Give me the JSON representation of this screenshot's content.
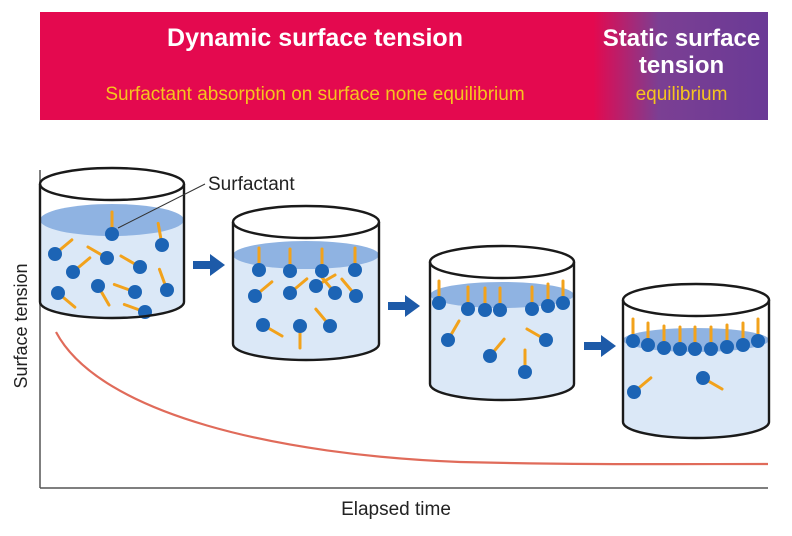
{
  "banner": {
    "dynamic_title": "Dynamic surface tension",
    "dynamic_subtitle_a": "Surfactant absorption on surface",
    "dynamic_subtitle_b": "none equilibrium",
    "static_title_line1": "Static surface",
    "static_title_line2": "tension",
    "static_subtitle": "equilibrium"
  },
  "diagram": {
    "surfactant_label": "Surfactant",
    "y_axis_label": "Surface tension",
    "x_axis_label": "Elapsed time"
  },
  "colors": {
    "banner_dynamic": "#e4094f",
    "banner_static": "#6a3a96",
    "subtitle_text": "#f6c51e",
    "water": "#dbe8f7",
    "surface": "#8fb3e2",
    "molecule_head": "#1c64b5",
    "molecule_tail": "#f2a21b",
    "arrow": "#1d5aa8",
    "curve": "#e06b5a"
  }
}
